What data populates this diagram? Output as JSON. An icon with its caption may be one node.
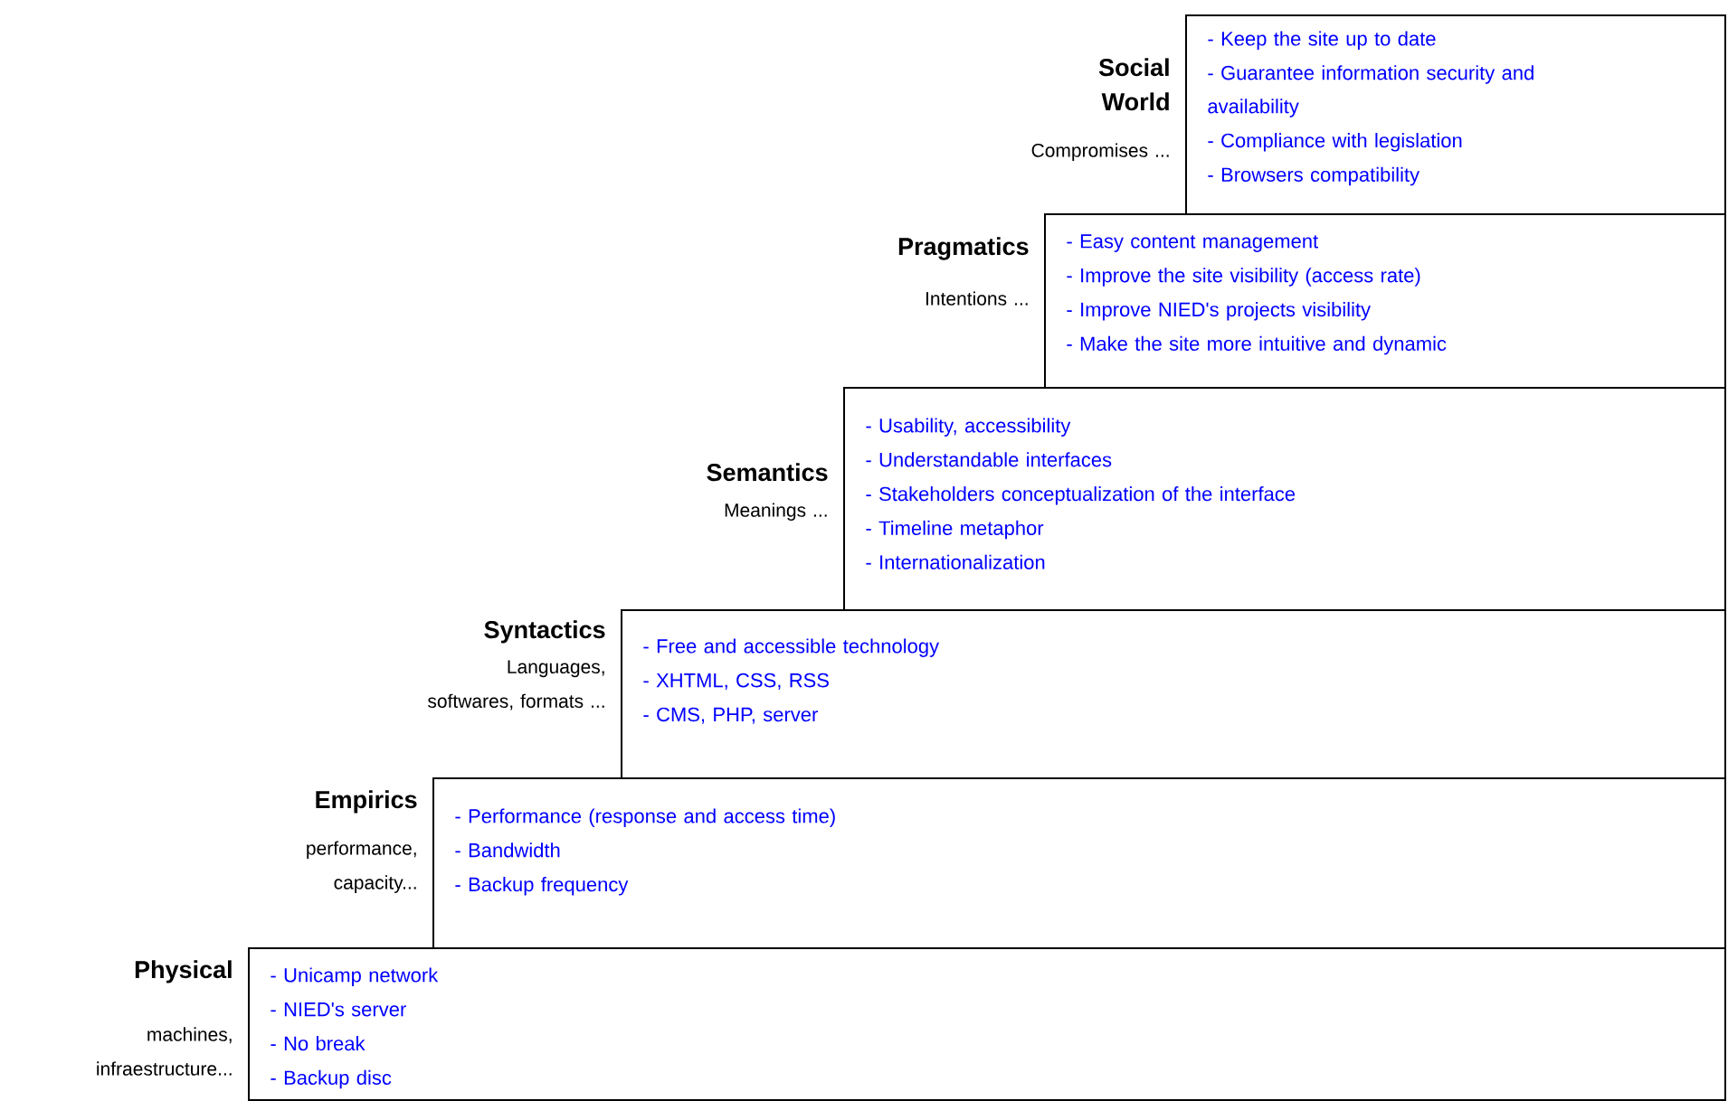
{
  "diagram": {
    "nodes": [
      {
        "text": [
          "Social World",
          "Compromises ...",
          "- Keep the site up to date",
          "- Guarantee information security and availability",
          "- Compliance with legislation",
          "- Browsers compatibility"
        ]
      },
      {
        "text": [
          "Pragmatics",
          "Intentions ...",
          "- Easy content management",
          "- Improve the site visibility (access rate)",
          "- Improve NIED's projects visibility",
          "- Make the site more intuitive and dynamic"
        ]
      },
      {
        "text": [
          "Semantics",
          "Meanings ...",
          "- Usability, accessibility",
          "- Understandable interfaces",
          "- Stakeholders conceptualization of the interface",
          "- Timeline metaphor",
          "- Internationalization"
        ]
      },
      {
        "text": [
          "Syntactics",
          "Languages, softwares, formats ...",
          "- Free and accessible technology",
          "- XHTML, CSS, RSS",
          "- CMS, PHP, server"
        ]
      },
      {
        "text": [
          "Empirics",
          "performance, capacity...",
          "- Performance (response and access time)",
          "- Bandwidth",
          "- Backup frequency"
        ]
      },
      {
        "text": [
          "Physical",
          "machines, infraestructure...",
          "- Unicamp network",
          "- NIED's server",
          "- No break",
          "- Backup disc"
        ]
      }
    ]
  }
}
